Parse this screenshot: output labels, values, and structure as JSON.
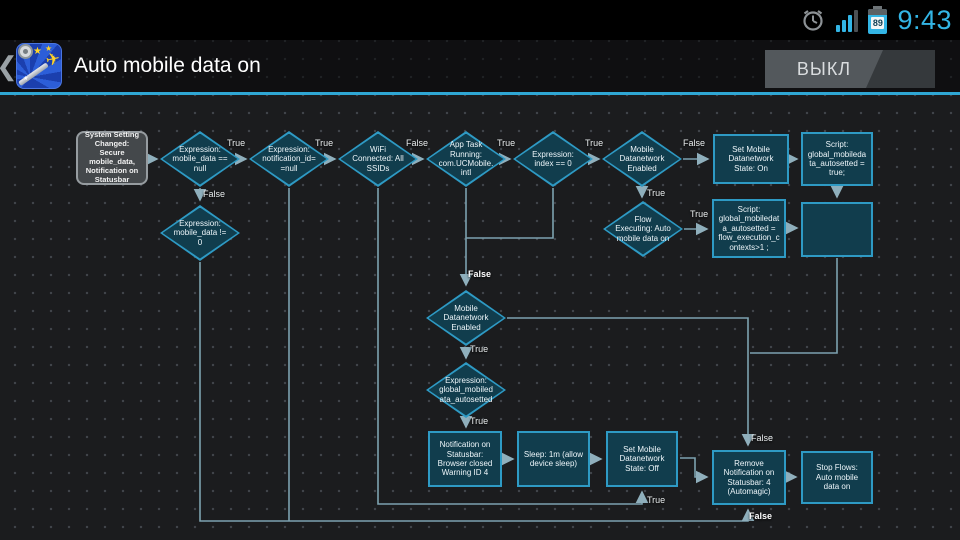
{
  "status_bar": {
    "time": "9:43",
    "battery_level": "89"
  },
  "header": {
    "back_glyph": "❮",
    "title": "Auto mobile data on",
    "toggle_label": "ВЫКЛ"
  },
  "flow": {
    "nodes": [
      {
        "id": "trigger-system-setting",
        "type": "trigger",
        "label": "System Setting Changed: Secure mobile_data, Notification on Statusbar"
      },
      {
        "id": "cond-mobile-data-null",
        "type": "condition",
        "label": "Expression: mobile_data == null"
      },
      {
        "id": "cond-mobile-data-ne-0",
        "type": "condition",
        "label": "Expression: mobile_data != 0"
      },
      {
        "id": "cond-notification-id-null",
        "type": "condition",
        "label": "Expression: notification_id==null"
      },
      {
        "id": "cond-wifi-connected",
        "type": "condition",
        "label": "WiFi Connected: All SSIDs"
      },
      {
        "id": "cond-app-task-running",
        "type": "condition",
        "label": "App Task Running: com.UCMobile.intl"
      },
      {
        "id": "cond-index-0",
        "type": "condition",
        "label": "Expression: index == 0"
      },
      {
        "id": "cond-mobile-datanetwork-enabled-1",
        "type": "condition",
        "label": "Mobile Datanetwork Enabled"
      },
      {
        "id": "action-set-mobile-on",
        "type": "action",
        "label": "Set Mobile Datanetwork State: On"
      },
      {
        "id": "action-script-autosetted-true",
        "type": "action",
        "label": "Script: global_mobiledata_autosetted = true;"
      },
      {
        "id": "cond-flow-executing",
        "type": "condition",
        "label": "Flow Executing: Auto mobile data on"
      },
      {
        "id": "action-script-autosetted-contexts",
        "type": "action",
        "label": "Script: global_mobiledata_autosetted = flow_execution_contexts>1 ;"
      },
      {
        "id": "action-empty",
        "type": "action",
        "label": ""
      },
      {
        "id": "cond-mobile-datanetwork-enabled-2",
        "type": "condition",
        "label": "Mobile Datanetwork Enabled"
      },
      {
        "id": "cond-global-autosetted",
        "type": "condition",
        "label": "Expression: global_mobiledata_autosetted"
      },
      {
        "id": "action-notification-browser-closed",
        "type": "action",
        "label": "Notification on Statusbar: Browser closed Warning ID 4"
      },
      {
        "id": "action-sleep-1m",
        "type": "action",
        "label": "Sleep: 1m (allow device sleep)"
      },
      {
        "id": "action-set-mobile-off",
        "type": "action",
        "label": "Set Mobile Datanetwork State: Off"
      },
      {
        "id": "action-remove-notification",
        "type": "action",
        "label": "Remove Notification on Statusbar: 4 (Automagic)"
      },
      {
        "id": "action-stop-flows",
        "type": "action",
        "label": "Stop Flows: Auto mobile data on"
      }
    ],
    "edge_labels": [
      {
        "text": "True"
      },
      {
        "text": "False"
      },
      {
        "text": "True"
      },
      {
        "text": "False"
      },
      {
        "text": "True"
      },
      {
        "text": "True"
      },
      {
        "text": "False"
      },
      {
        "text": "True"
      },
      {
        "text": "True"
      },
      {
        "text": "False"
      },
      {
        "text": "True"
      },
      {
        "text": "True"
      },
      {
        "text": "False"
      },
      {
        "text": "True"
      },
      {
        "text": "False"
      }
    ]
  },
  "colors": {
    "accent": "#33b5e5",
    "node_border": "#2e9ac4",
    "node_fill": "#113d4d",
    "edge": "#7da2b0"
  }
}
